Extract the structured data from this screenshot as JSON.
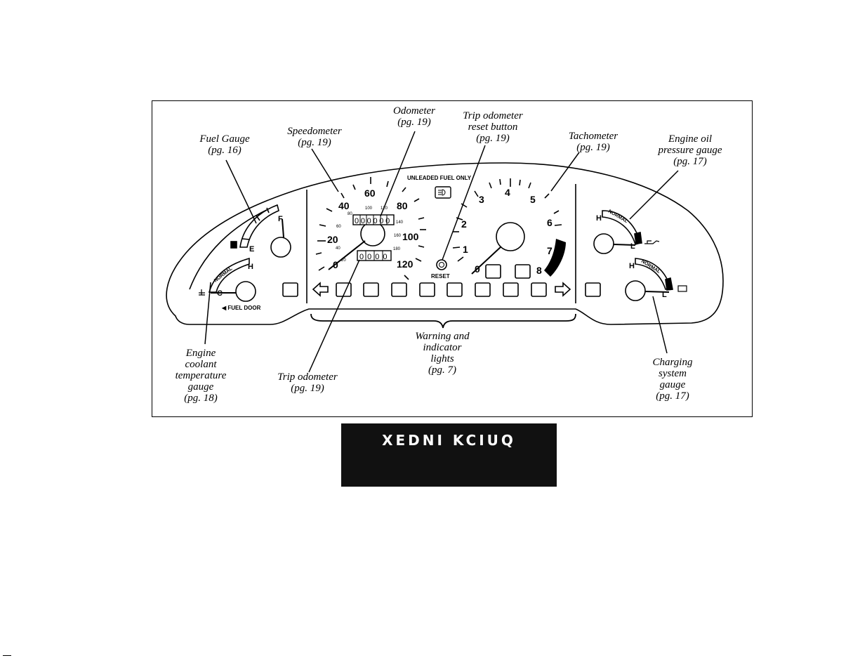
{
  "labels": {
    "fuel_gauge": "Fuel Gauge\n(pg. 16)",
    "speedometer": "Speedometer\n(pg. 19)",
    "odometer": "Odometer\n(pg. 19)",
    "trip_reset": "Trip odometer\nreset button\n(pg. 19)",
    "tachometer": "Tachometer\n(pg. 19)",
    "oil_pressure": "Engine oil\npressure gauge\n(pg. 17)",
    "coolant": "Engine\ncoolant\ntemperature\ngauge\n(pg. 18)",
    "trip_odometer": "Trip odometer\n(pg. 19)",
    "warning_lights": "Warning and\nindicator\nlights\n(pg. 7)",
    "charging": "Charging\nsystem\ngauge\n(pg. 17)"
  },
  "cluster": {
    "unleaded_notice": "UNLEADED FUEL ONLY",
    "fuel_door": "◀ FUEL DOOR",
    "reset_label": "RESET",
    "odometer_digits": "000000",
    "trip_digits": "0000",
    "speed_major": [
      "0",
      "20",
      "40",
      "60",
      "80",
      "100",
      "120"
    ],
    "speed_kmh": [
      "20",
      "40",
      "60",
      "80",
      "100",
      "120",
      "140",
      "160",
      "180"
    ],
    "tach_numbers": [
      "0",
      "1",
      "2",
      "3",
      "4",
      "5",
      "6",
      "7",
      "8"
    ],
    "fuel_empty": "E",
    "fuel_full": "F",
    "gauge_hot": "H",
    "gauge_cold": "C",
    "gauge_low": "L",
    "normal": "NORMAL"
  },
  "banner": {
    "text": "XEDNI KCIUQ"
  }
}
